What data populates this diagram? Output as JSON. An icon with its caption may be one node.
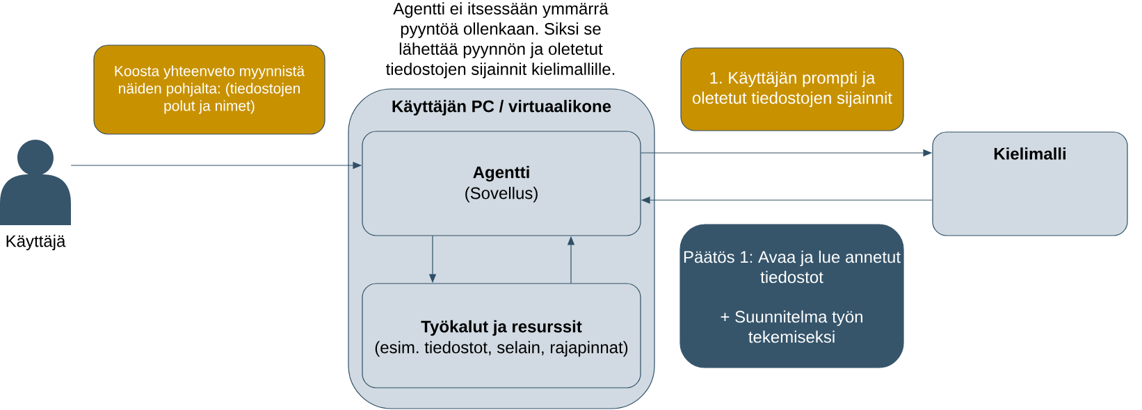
{
  "diagram": {
    "nodes": [
      {
        "text": [
          "Käyttäjä"
        ]
      },
      {
        "text": [
          "Koosta yhteenveto myynnistä näiden pohjalta: (tiedostojen polut ja nimet)"
        ]
      },
      {
        "text": [
          "Käyttäjän PC / virtuaalikone"
        ]
      },
      {
        "text": [
          "Agentti",
          "(Sovellus)"
        ],
        "in": 2
      },
      {
        "text": [
          "Työkalut ja resurssit",
          "(esim. tiedostot, selain, rajapinnat)"
        ],
        "in": 2
      },
      {
        "text": [
          "1. Käyttäjän prompti ja oletetut tiedostojen sijainnit"
        ]
      },
      {
        "text": [
          "Kielimalli"
        ]
      },
      {
        "text": [
          "Päätös 1: Avaa ja lue annetut tiedostot",
          "+ Suunnitelma työn tekemiseksi"
        ]
      }
    ],
    "edges": [
      {
        "from": 0,
        "to": 3,
        "arrow": "to"
      },
      {
        "from": 3,
        "to": 6,
        "arrow": "to"
      },
      {
        "from": 6,
        "to": 3,
        "arrow": "to"
      },
      {
        "from": 3,
        "to": 4,
        "arrow": "to"
      },
      {
        "from": 4,
        "to": 3,
        "arrow": "to"
      }
    ],
    "labels": [
      "Agentti ei itsessään ymmärrä pyyntöä ollenkaan. Siksi se lähettää pyynnön ja oletetut tiedostojen sijainnit kielimallille."
    ]
  }
}
